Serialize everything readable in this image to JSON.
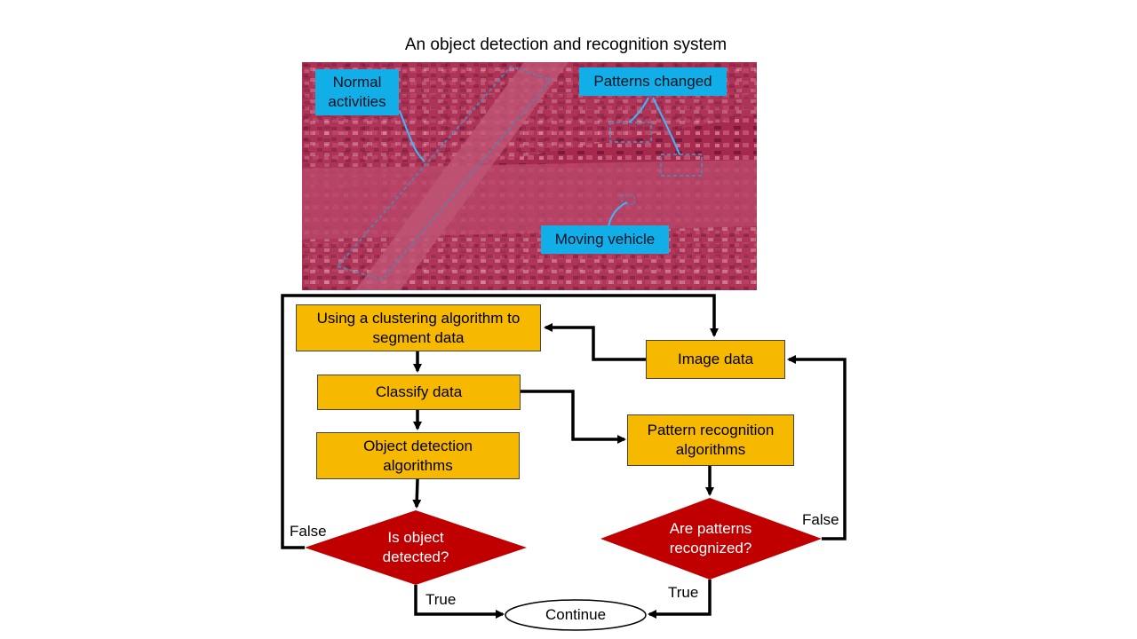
{
  "title": "An object detection and recognition system",
  "image_callouts": {
    "normal": [
      "Normal",
      "activities"
    ],
    "patterns": "Patterns changed",
    "vehicle": "Moving vehicle"
  },
  "nodes": {
    "clustering": [
      "Using a clustering algorithm to",
      "segment data"
    ],
    "image_data": "Image data",
    "classify": "Classify data",
    "object_detection": [
      "Object detection",
      "algorithms"
    ],
    "pattern_recognition": [
      "Pattern recognition",
      "algorithms"
    ],
    "is_object_detected": [
      "Is object",
      "detected?"
    ],
    "are_patterns_recognized": [
      "Are patterns",
      "recognized?"
    ],
    "continue": "Continue"
  },
  "edge_labels": {
    "false_left": "False",
    "true_left": "True",
    "false_right": "False",
    "true_right": "True"
  },
  "colors": {
    "process": "#f7b800",
    "decision": "#c00000",
    "callout": "#11aee8",
    "image_tint": "#b03055"
  }
}
